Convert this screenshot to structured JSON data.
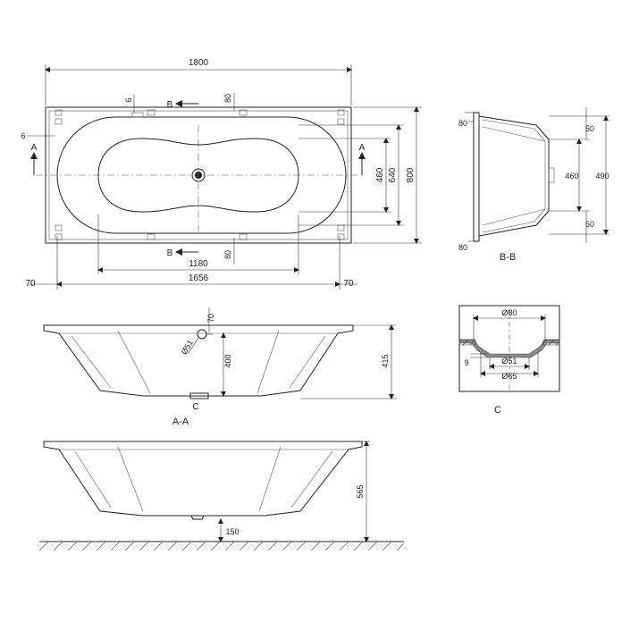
{
  "top_view": {
    "overall_length": "1800",
    "width": "800",
    "inner_width": "640",
    "bowl_width": "460",
    "inner_length": "1656",
    "bowl_length": "1180",
    "end_left": "70",
    "end_right": "70",
    "foot_offset_top": "80",
    "foot_offset_bottom": "80",
    "foot_margin_top": "6",
    "foot_margin_left": "6",
    "section_a_left": "A",
    "section_a_right": "A",
    "section_b_top": "B",
    "section_b_bottom": "B"
  },
  "section_bb": {
    "title": "B-B",
    "rim_top": "80",
    "rim_bottom": "80",
    "offset_top": "50",
    "offset_bottom": "50",
    "floor_width": "460",
    "total": "490"
  },
  "section_aa": {
    "title": "A-A",
    "depth_inner": "400",
    "depth_total": "415",
    "drain_diameter": "Ø51",
    "drain_offset": "70",
    "detail_ref": "C"
  },
  "detail_c": {
    "title": "C",
    "outer_diameter": "Ø80",
    "hole_diameter": "Ø51",
    "flange_diameter": "Ø65",
    "thickness": "9"
  },
  "side_view": {
    "height": "565",
    "foot_height": "150"
  }
}
